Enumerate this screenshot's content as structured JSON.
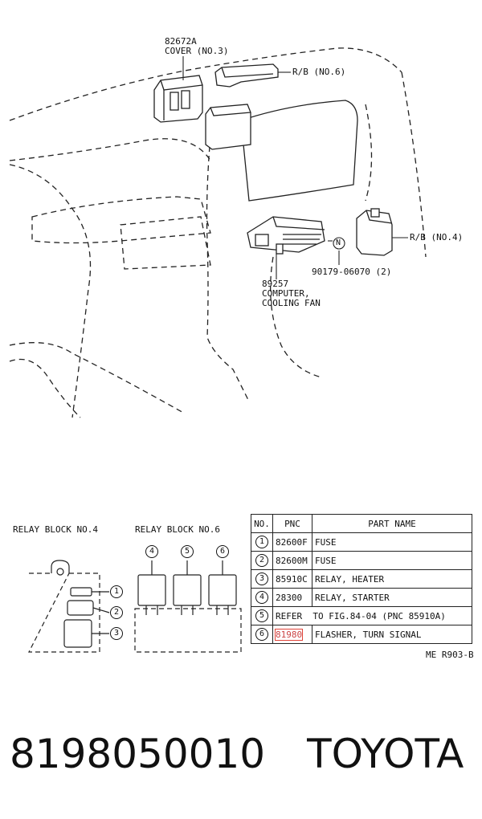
{
  "callouts": {
    "cover": {
      "pnc": "82672A",
      "name": "COVER (NO.3)"
    },
    "rb6": "R/B (NO.6)",
    "rb4": "R/B (NO.4)",
    "screw": "90179-06070 (2)",
    "screw_mark": "N",
    "computer": {
      "pnc": "89257",
      "line1": "COMPUTER,",
      "line2": "COOLING FAN"
    }
  },
  "relay_block_4": {
    "title": "RELAY BLOCK NO.4",
    "markers": [
      "1",
      "2",
      "3"
    ]
  },
  "relay_block_6": {
    "title": "RELAY BLOCK NO.6",
    "markers": [
      "4",
      "5",
      "6"
    ]
  },
  "table": {
    "headers": {
      "no": "NO.",
      "pnc": "PNC",
      "name": "PART NAME"
    },
    "rows": [
      {
        "no": "1",
        "pnc": "82600F",
        "name": "FUSE"
      },
      {
        "no": "2",
        "pnc": "82600M",
        "name": "FUSE"
      },
      {
        "no": "3",
        "pnc": "85910C",
        "name": "RELAY, HEATER"
      },
      {
        "no": "4",
        "pnc": "28300",
        "name": "RELAY, STARTER"
      },
      {
        "no": "5",
        "merged": "REFER  TO FIG.84-04 (PNC 85910A)"
      },
      {
        "no": "6",
        "pnc": "81980",
        "name": "FLASHER, TURN SIGNAL",
        "highlighted": true
      }
    ],
    "highlight_color": "#e0453a"
  },
  "figure_ref": "ME R903-B",
  "footer": {
    "part_number": "8198050010",
    "brand": "TOYOTA"
  }
}
